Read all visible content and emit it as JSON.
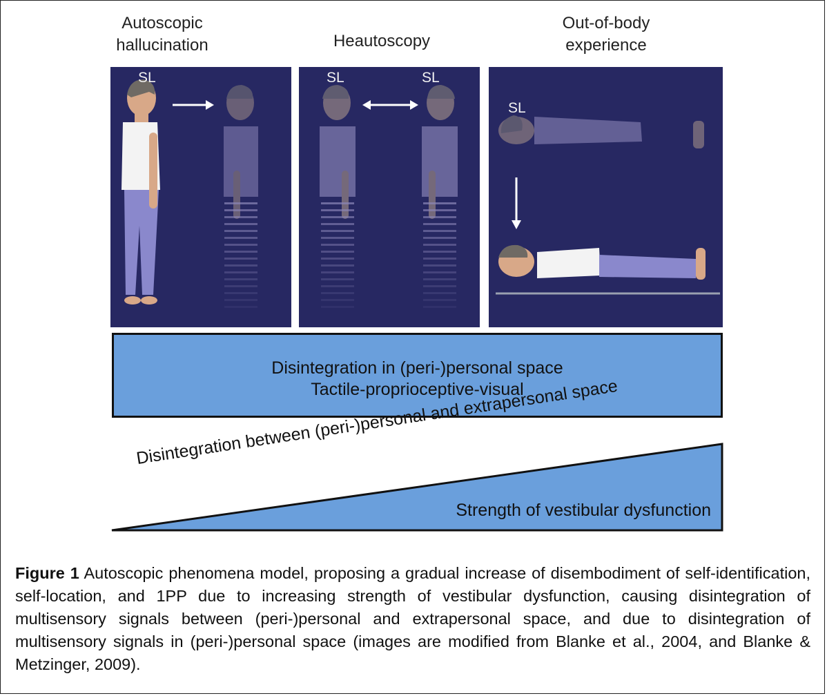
{
  "columns": [
    {
      "title_line1": "Autoscopic",
      "title_line2": "hallucination",
      "labels": [
        "SL"
      ]
    },
    {
      "title_line1": "Heautoscopy",
      "labels": [
        "SL",
        "SL"
      ]
    },
    {
      "title_line1": "Out-of-body",
      "title_line2": "experience",
      "labels": [
        "SL"
      ]
    }
  ],
  "box": {
    "line1": "Disintegration in (peri-)personal space",
    "line2": "Tactile-proprioceptive-visual"
  },
  "wedge": {
    "diagonal_text": "Disintegration between (peri-)personal and extrapersonal space",
    "inner_text": "Strength of vestibular dysfunction"
  },
  "caption": {
    "label": "Figure 1",
    "text": " Autoscopic phenomena model, proposing a gradual increase of disembodiment of self-identification, self-location, and 1PP due to increasing strength of vestibular dysfunction, causing disintegration of multisensory signals between (peri-)personal and extrapersonal space, and due to disintegration of multisensory signals in (peri-)personal space (images are modified from Blanke et al., 2004, and Blanke & Metzinger, 2009)."
  },
  "colors": {
    "panel_bg": "#272862",
    "box_fill": "#6a9fdc",
    "pants": "#8a88cc",
    "skin": "#d8a888",
    "hair": "#6f6a64"
  }
}
